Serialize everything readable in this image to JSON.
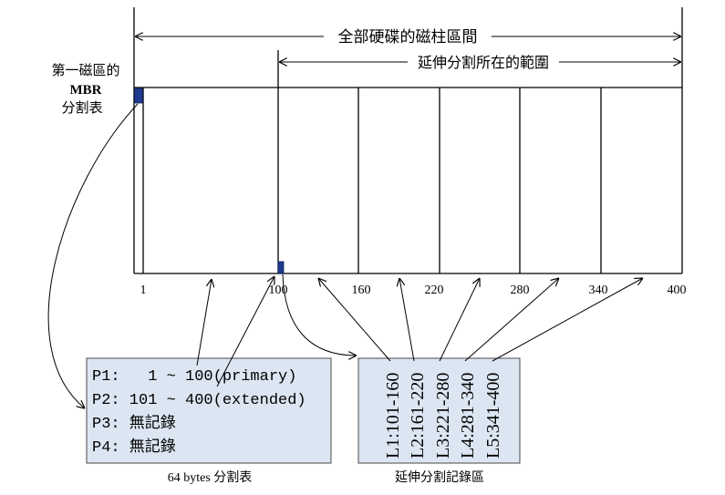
{
  "diagram": {
    "total_range_label": "全部硬碟的磁柱區間",
    "extended_range_label": "延伸分割所在的範圍",
    "mbr_label": {
      "line1": "第一磁區的",
      "line2": "MBR",
      "line3": "分割表"
    },
    "cylinder_ticks": [
      "1",
      "100",
      "160",
      "220",
      "280",
      "340",
      "400"
    ],
    "partition_table": {
      "entries": [
        "P1:   1 ~ 100(primary)",
        "P2: 101 ~ 400(extended)",
        "P3: 無記錄",
        "P4: 無記錄"
      ],
      "caption": "64 bytes 分割表"
    },
    "extended_records": {
      "entries": [
        "L1:101-160",
        "L2:161-220",
        "L3:221-280",
        "L4:281-340",
        "L5:341-400"
      ],
      "caption": "延伸分割記錄區"
    },
    "colors": {
      "mbr_block": "#1f3b8f",
      "ebr_block": "#1f3b8f",
      "box_fill": "#dce6f2",
      "line": "#000000"
    }
  }
}
